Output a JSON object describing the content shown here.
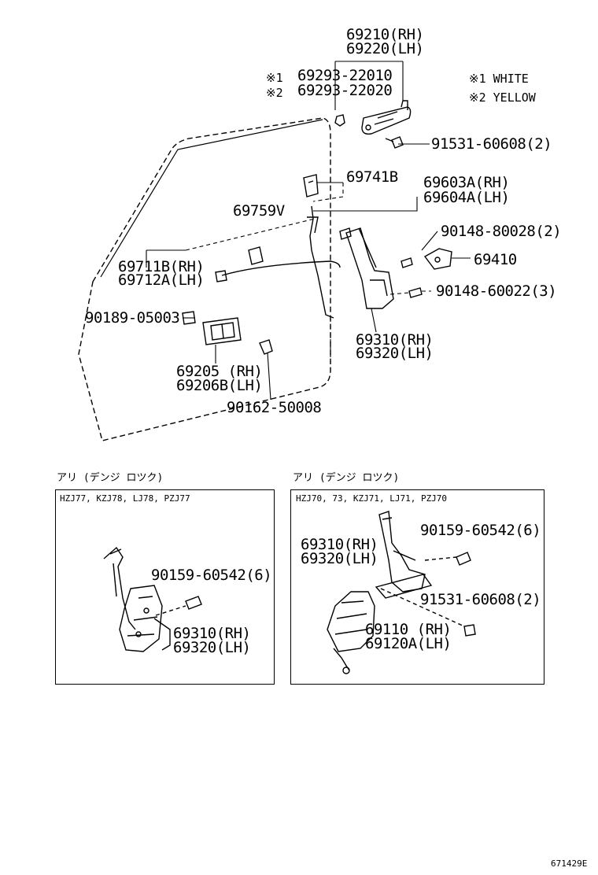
{
  "main_diagram": {
    "labels": {
      "p69210": "69210(RH)",
      "p69220": "69220(LH)",
      "n1_mark": "※1",
      "n2_mark": "※2",
      "p69293_22010": "69293-22010",
      "p69293_22020": "69293-22020",
      "legend1": "※1  WHITE",
      "legend2": "※2  YELLOW",
      "p91531_top": "91531-60608(2)",
      "p69741B": "69741B",
      "p69603A": "69603A(RH)",
      "p69604A": "69604A(LH)",
      "p69759V": "69759V",
      "p90148_80028": "90148-80028(2)",
      "p69410": "69410",
      "p69711B": "69711B(RH)",
      "p69712A": "69712A(LH)",
      "p90148_60022": "90148-60022(3)",
      "p90189": "90189-05003",
      "p69310_main": "69310(RH)",
      "p69320_main": "69320(LH)",
      "p69205": "69205 (RH)",
      "p69206B": "69206B(LH)",
      "p90162": "90162-50008"
    }
  },
  "panel_left": {
    "caption": "アリ (デンジ ロツク)",
    "models": "HZJ77, KZJ78, LJ78, PZJ77",
    "p90159": "90159-60542(6)",
    "p69310": "69310(RH)",
    "p69320": "69320(LH)"
  },
  "panel_right": {
    "caption": "アリ (デンジ ロツク)",
    "models": "HZJ70, 73, KZJ71, LJ71, PZJ70",
    "p69310": "69310(RH)",
    "p69320": "69320(LH)",
    "p90159": "90159-60542(6)",
    "p91531": "91531-60608(2)",
    "p69110": "69110  (RH)",
    "p69120A": "69120A(LH)"
  },
  "footer": {
    "drawing_id": "671429E"
  }
}
